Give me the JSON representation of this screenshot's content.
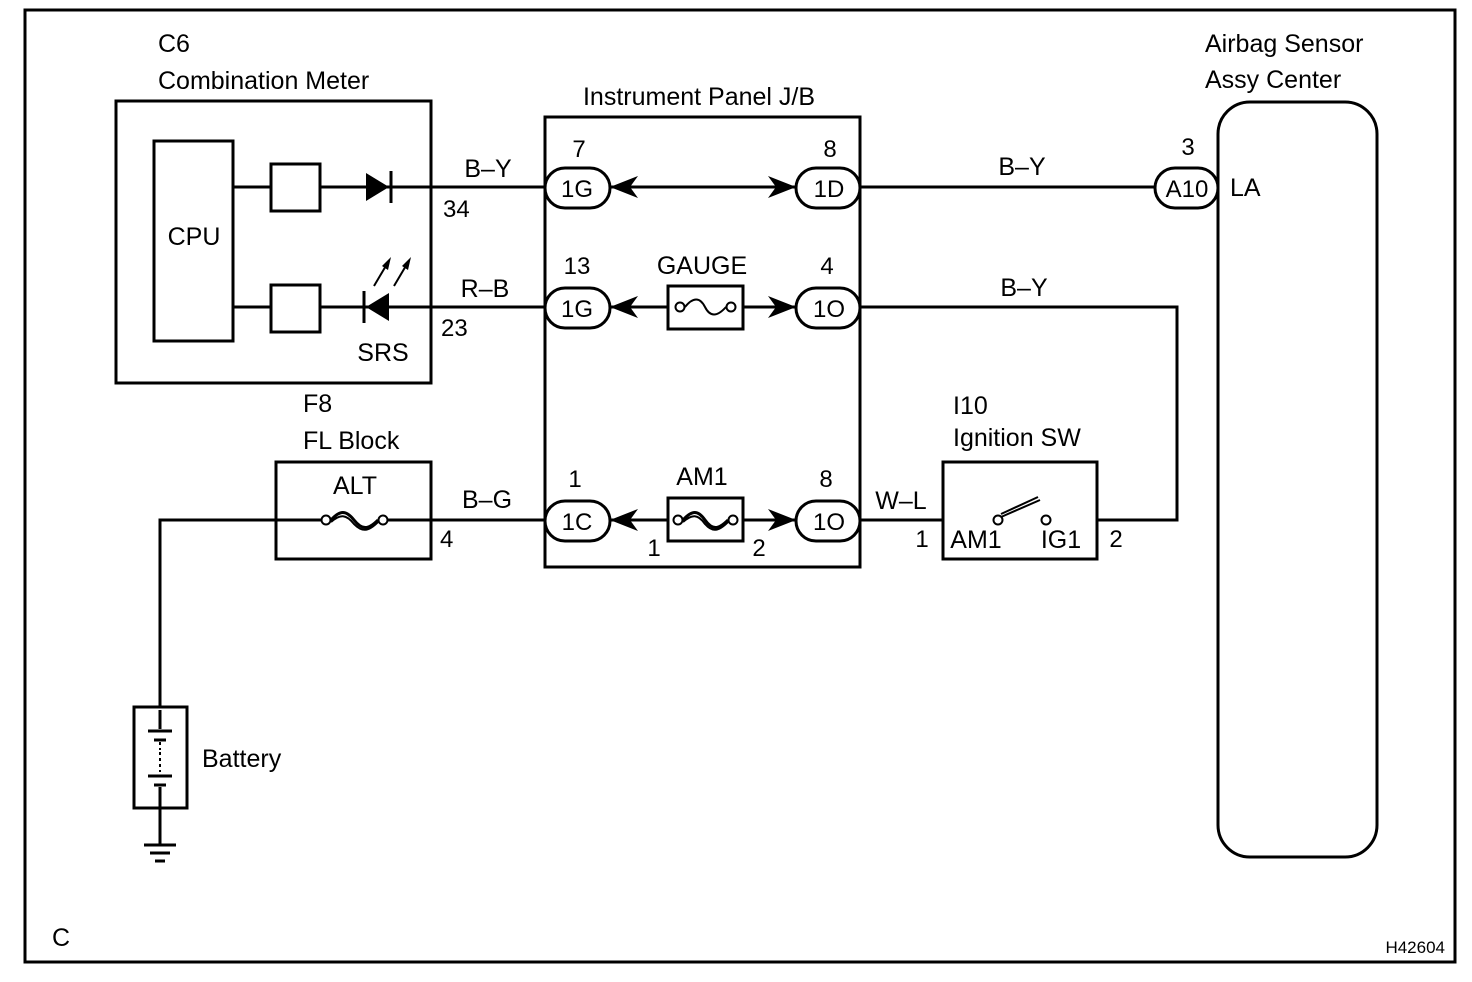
{
  "page_label": "C",
  "figure_code": "H42604",
  "combination_meter": {
    "code": "C6",
    "name": "Combination Meter",
    "cpu": "CPU",
    "indicator": "SRS",
    "pin_top": "34",
    "pin_bottom": "23"
  },
  "fl_block": {
    "code": "F8",
    "name": "FL Block",
    "fuse": "ALT",
    "pin": "4"
  },
  "battery": {
    "name": "Battery"
  },
  "instrument_panel_jb": {
    "name": "Instrument Panel J/B",
    "connectors": [
      {
        "label": "1G",
        "pin": "7"
      },
      {
        "label": "1D",
        "pin": "8"
      },
      {
        "label": "1G",
        "pin": "13"
      },
      {
        "label": "1O",
        "pin": "4"
      },
      {
        "label": "1C",
        "pin": "1"
      },
      {
        "label": "1O",
        "pin": "8"
      }
    ],
    "fuse_gauge": "GAUGE",
    "fuse_am1": "AM1",
    "fuse_am1_pin_left": "1",
    "fuse_am1_pin_right": "2"
  },
  "ignition_switch": {
    "code": "I10",
    "name": "Ignition SW",
    "terminal_left": "AM1",
    "terminal_right": "IG1",
    "pin_left": "1",
    "pin_right": "2"
  },
  "airbag_sensor": {
    "name_line1": "Airbag Sensor",
    "name_line2": "Assy Center",
    "connector": "A10",
    "pin": "3",
    "terminal": "LA"
  },
  "wires": {
    "top_left": "B–Y",
    "top_right": "B–Y",
    "middle_left": "R–B",
    "middle_right": "B–Y",
    "bottom_left": "B–G",
    "bottom_right": "W–L"
  }
}
